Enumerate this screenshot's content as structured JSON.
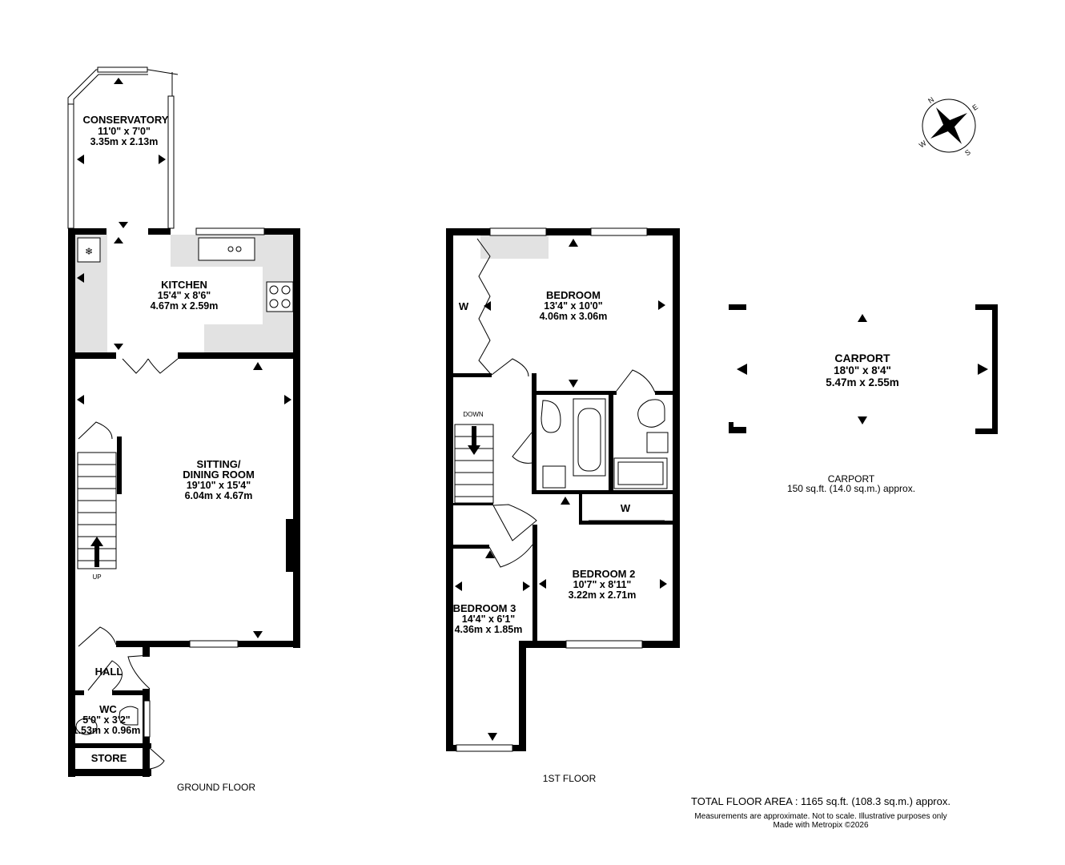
{
  "ground_floor": {
    "label": "GROUND FLOOR",
    "rooms": {
      "conservatory": {
        "name": "CONSERVATORY",
        "imperial": "11'0\"  x 7'0\"",
        "metric": "3.35m  x 2.13m"
      },
      "kitchen": {
        "name": "KITCHEN",
        "imperial": "15'4\"  x 8'6\"",
        "metric": "4.67m  x 2.59m"
      },
      "sitting": {
        "name_line1": "SITTING/",
        "name_line2": "DINING ROOM",
        "imperial": "19'10\"  x 15'4\"",
        "metric": "6.04m  x 4.67m"
      },
      "hall": {
        "name": "HALL"
      },
      "wc": {
        "name": "WC",
        "imperial": "5'0\"  x 3'2\"",
        "metric": "1.53m  x 0.96m"
      },
      "store": {
        "name": "STORE"
      }
    },
    "stairs_label": "UP"
  },
  "first_floor": {
    "label": "1ST FLOOR",
    "rooms": {
      "bedroom": {
        "name": "BEDROOM",
        "imperial": "13'4\"  x 10'0\"",
        "metric": "4.06m  x 3.06m"
      },
      "bedroom2": {
        "name": "BEDROOM 2",
        "imperial": "10'7\"  x 8'11\"",
        "metric": "3.22m  x 2.71m"
      },
      "bedroom3": {
        "name": "BEDROOM 3",
        "imperial": "14'4\"  x 6'1\"",
        "metric": "4.36m  x 1.85m"
      }
    },
    "wardrobe_label": "W",
    "wardrobe2_label": "W",
    "stairs_label": "DOWN"
  },
  "carport": {
    "name": "CARPORT",
    "imperial": "18'0\"  x 8'4\"",
    "metric": "5.47m  x 2.55m",
    "area_title": "CARPORT",
    "area_text": "150 sq.ft. (14.0 sq.m.) approx."
  },
  "compass": {
    "icon": "compass-rose-icon",
    "n": "N",
    "e": "E",
    "s": "S",
    "w": "W"
  },
  "footer": {
    "total": "TOTAL FLOOR AREA : 1165 sq.ft. (108.3 sq.m.) approx.",
    "disclaimer": "Measurements are approximate.  Not to scale.  Illustrative purposes only",
    "credit": "Made with Metropix ©2026"
  }
}
